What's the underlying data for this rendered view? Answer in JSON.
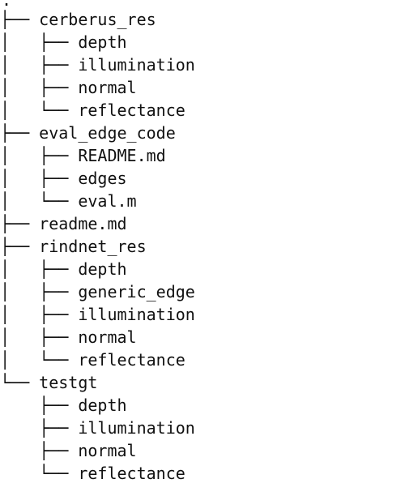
{
  "root": ".",
  "entries": [
    {
      "branch": "├── ",
      "name": "cerberus_res",
      "level": 0
    },
    {
      "branch": "│   ├── ",
      "name": "depth",
      "level": 1
    },
    {
      "branch": "│   ├── ",
      "name": "illumination",
      "level": 1
    },
    {
      "branch": "│   ├── ",
      "name": "normal",
      "level": 1
    },
    {
      "branch": "│   └── ",
      "name": "reflectance",
      "level": 1
    },
    {
      "branch": "├── ",
      "name": "eval_edge_code",
      "level": 0
    },
    {
      "branch": "│   ├── ",
      "name": "README.md",
      "level": 1
    },
    {
      "branch": "│   ├── ",
      "name": "edges",
      "level": 1
    },
    {
      "branch": "│   └── ",
      "name": "eval.m",
      "level": 1
    },
    {
      "branch": "├── ",
      "name": "readme.md",
      "level": 0
    },
    {
      "branch": "├── ",
      "name": "rindnet_res",
      "level": 0
    },
    {
      "branch": "│   ├── ",
      "name": "depth",
      "level": 1
    },
    {
      "branch": "│   ├── ",
      "name": "generic_edge",
      "level": 1
    },
    {
      "branch": "│   ├── ",
      "name": "illumination",
      "level": 1
    },
    {
      "branch": "│   ├── ",
      "name": "normal",
      "level": 1
    },
    {
      "branch": "│   └── ",
      "name": "reflectance",
      "level": 1
    },
    {
      "branch": "└── ",
      "name": "testgt",
      "level": 0
    },
    {
      "branch": "    ├── ",
      "name": "depth",
      "level": 1
    },
    {
      "branch": "    ├── ",
      "name": "illumination",
      "level": 1
    },
    {
      "branch": "    ├── ",
      "name": "normal",
      "level": 1
    },
    {
      "branch": "    └── ",
      "name": "reflectance",
      "level": 1
    }
  ]
}
